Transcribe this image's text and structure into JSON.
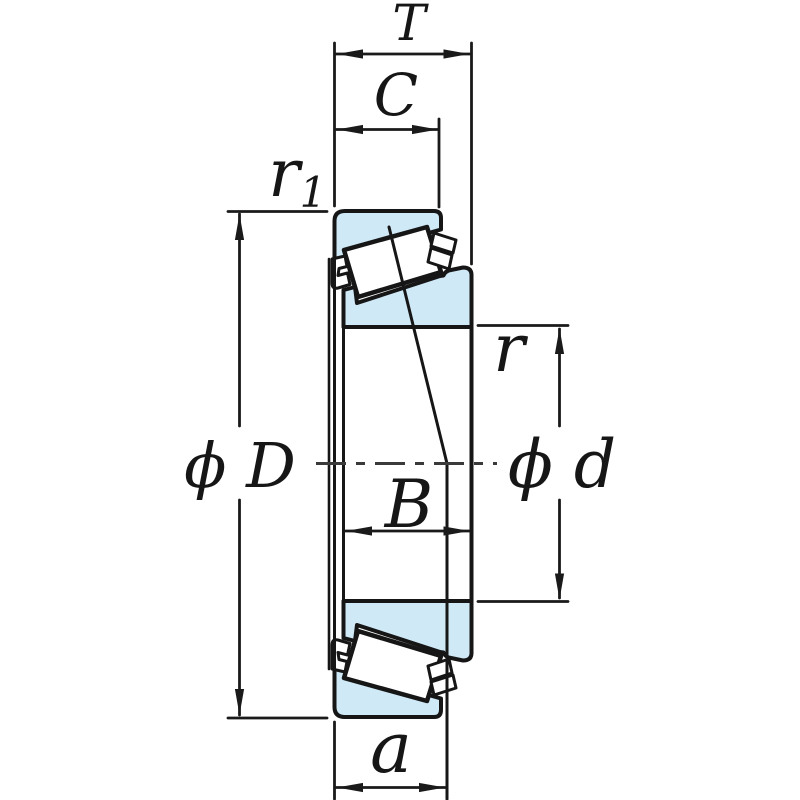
{
  "figure": {
    "type": "tapered-roller-bearing-cross-section",
    "background_color": "#ffffff",
    "outline_color": "#161616",
    "ring_fill_color": "#cfe9f7",
    "roller_fill_color": "#ffffff",
    "labels": {
      "total_width": "T",
      "cup_width": "C",
      "cup_chamfer_base": "r",
      "cup_chamfer_sub": "1",
      "outer_diameter": "ϕ D",
      "cone_chamfer": "r",
      "bore_diameter": "ϕ d",
      "cone_width": "B",
      "load_center_distance": "a"
    }
  }
}
